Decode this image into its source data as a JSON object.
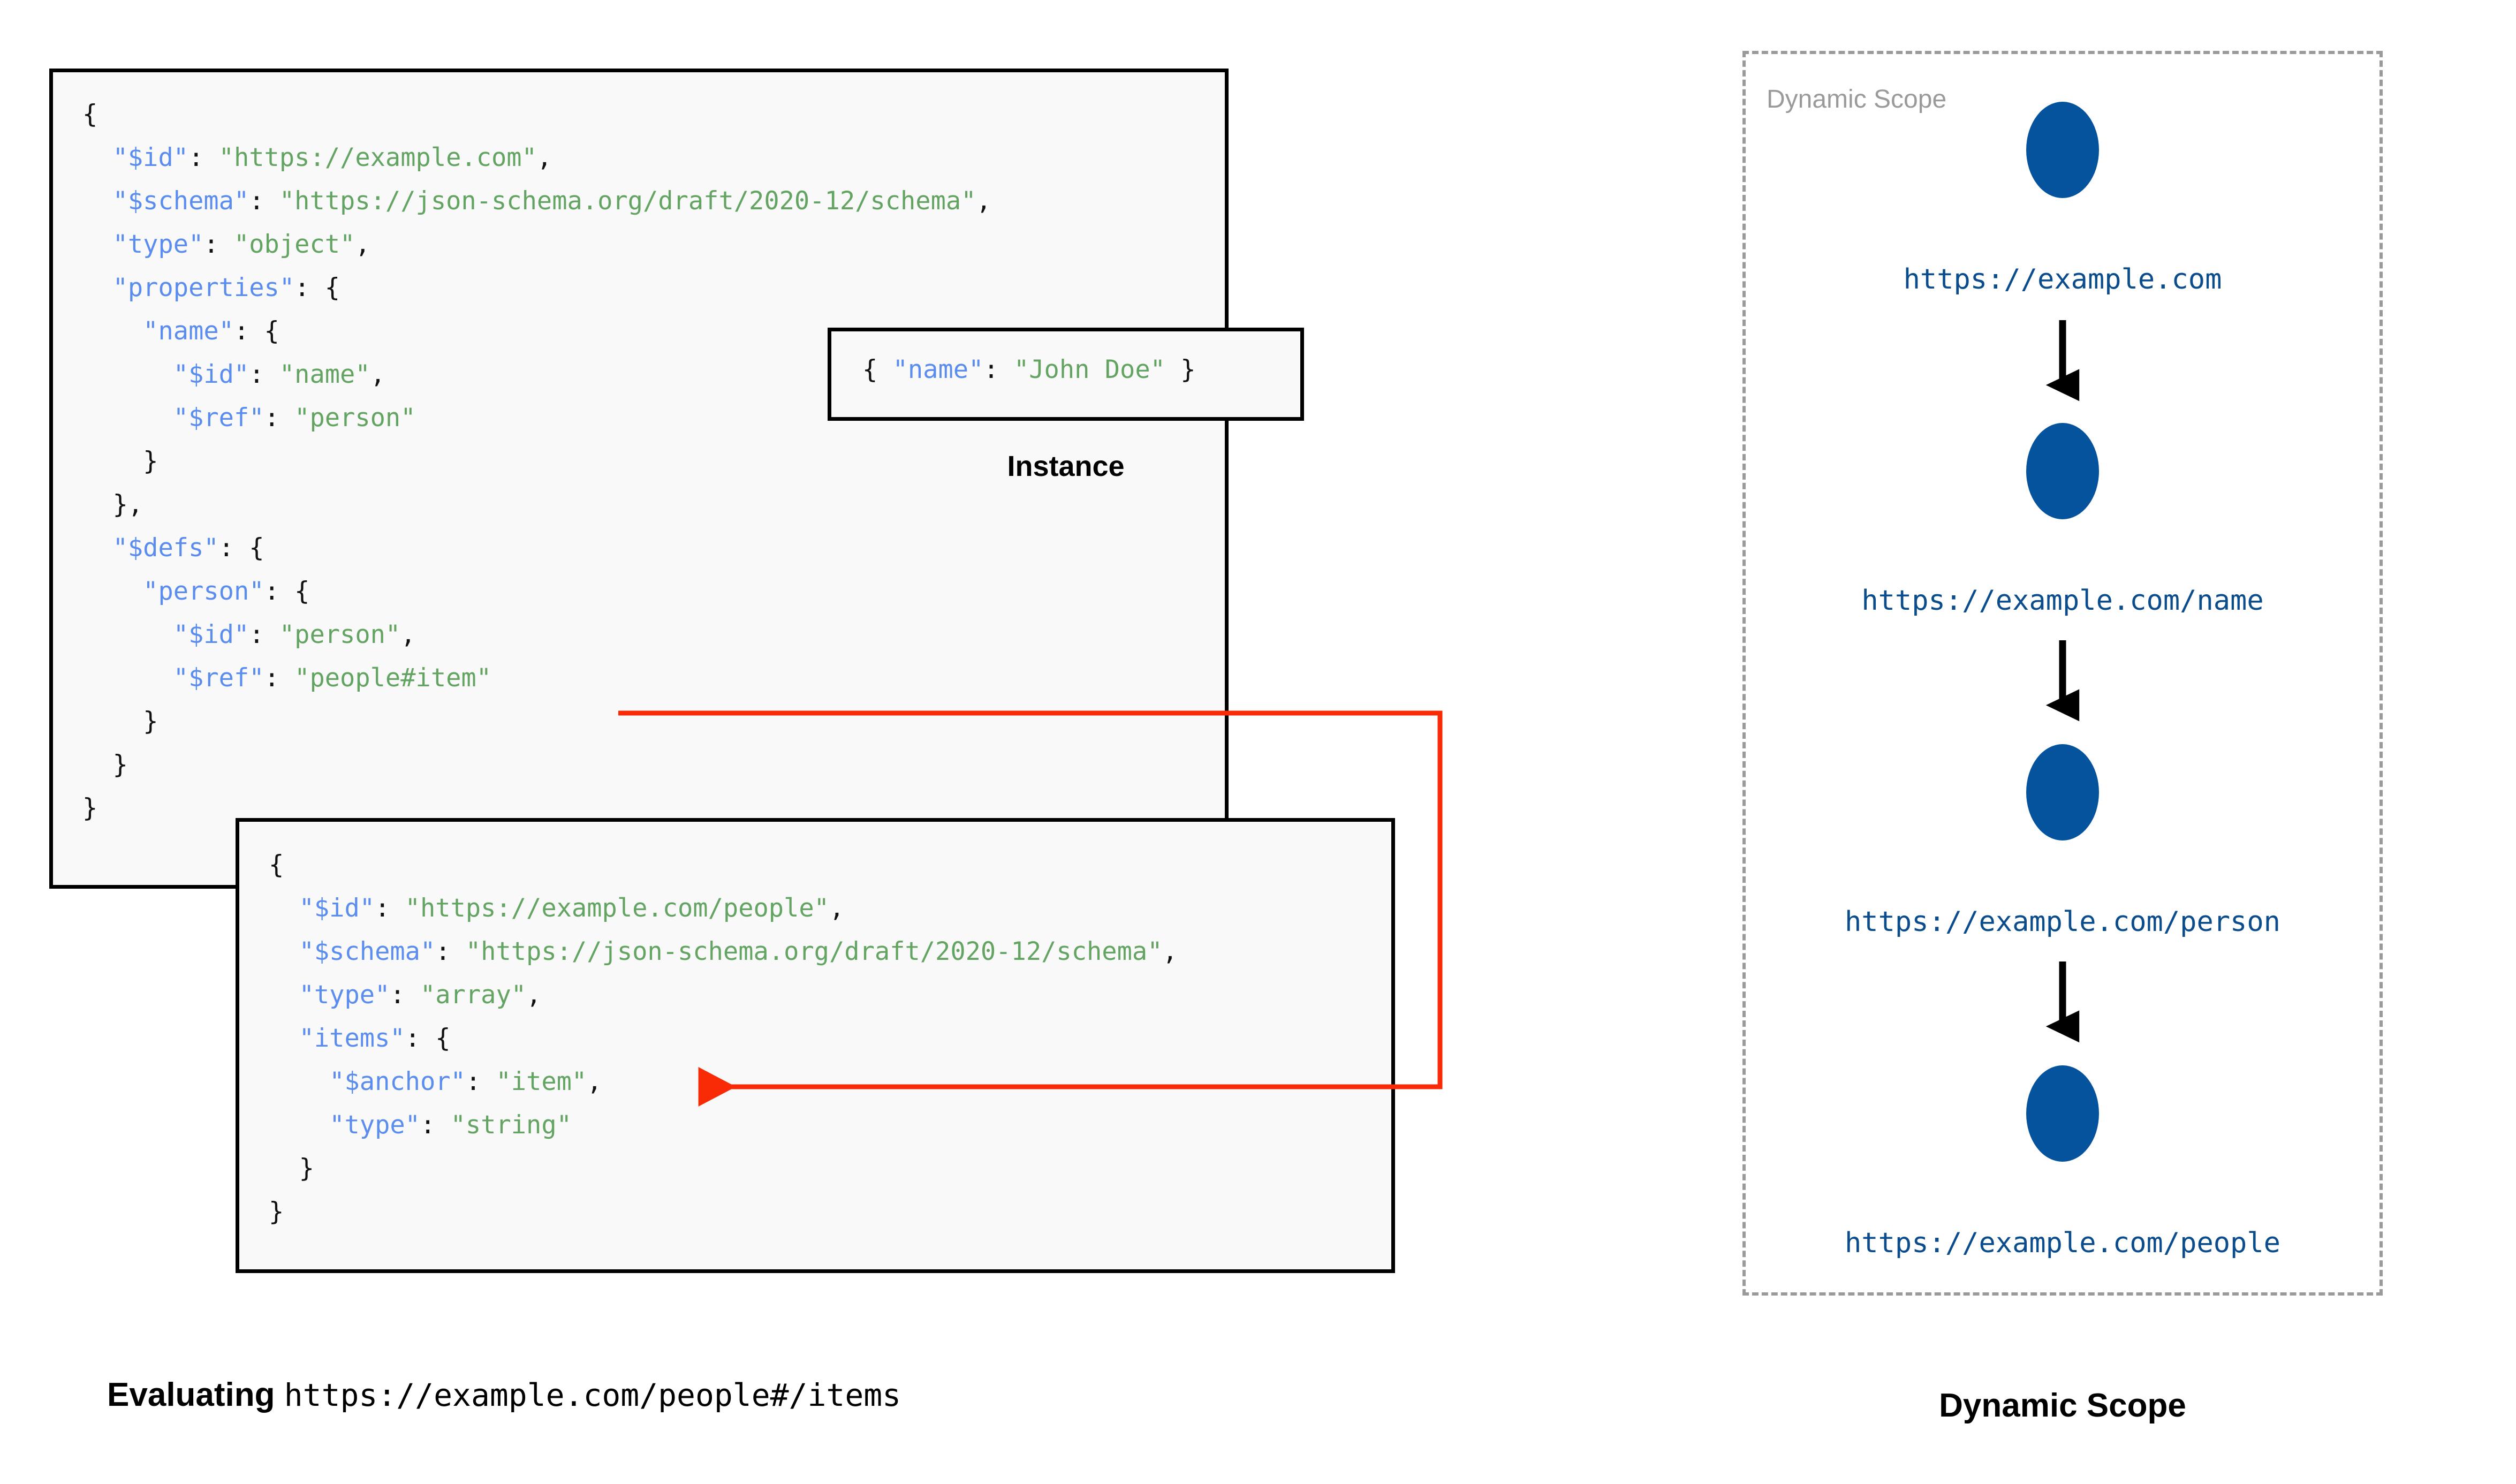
{
  "colors": {
    "node_blue": "#05539c",
    "label_blue": "#0a4c8c",
    "key_blue": "#5b8def",
    "string_green": "#64a463",
    "ref_arrow_red": "#f82b06",
    "scope_border_gray": "#9a9a9a",
    "box_background": "#f9f9f9"
  },
  "schema_root": {
    "lines": [
      {
        "indent": 0,
        "parts": [
          {
            "t": "{",
            "c": "p"
          }
        ]
      },
      {
        "indent": 1,
        "parts": [
          {
            "t": "\"$id\"",
            "c": "k"
          },
          {
            "t": ": ",
            "c": "p"
          },
          {
            "t": "\"https://example.com\"",
            "c": "s"
          },
          {
            "t": ",",
            "c": "p"
          }
        ]
      },
      {
        "indent": 1,
        "parts": [
          {
            "t": "\"$schema\"",
            "c": "k"
          },
          {
            "t": ": ",
            "c": "p"
          },
          {
            "t": "\"https://json-schema.org/draft/2020-12/schema\"",
            "c": "s"
          },
          {
            "t": ",",
            "c": "p"
          }
        ]
      },
      {
        "indent": 1,
        "parts": [
          {
            "t": "\"type\"",
            "c": "k"
          },
          {
            "t": ": ",
            "c": "p"
          },
          {
            "t": "\"object\"",
            "c": "s"
          },
          {
            "t": ",",
            "c": "p"
          }
        ]
      },
      {
        "indent": 1,
        "parts": [
          {
            "t": "\"properties\"",
            "c": "k"
          },
          {
            "t": ": {",
            "c": "p"
          }
        ]
      },
      {
        "indent": 2,
        "parts": [
          {
            "t": "\"name\"",
            "c": "k"
          },
          {
            "t": ": {",
            "c": "p"
          }
        ]
      },
      {
        "indent": 3,
        "parts": [
          {
            "t": "\"$id\"",
            "c": "k"
          },
          {
            "t": ": ",
            "c": "p"
          },
          {
            "t": "\"name\"",
            "c": "s"
          },
          {
            "t": ",",
            "c": "p"
          }
        ]
      },
      {
        "indent": 3,
        "parts": [
          {
            "t": "\"$ref\"",
            "c": "k"
          },
          {
            "t": ": ",
            "c": "p"
          },
          {
            "t": "\"person\"",
            "c": "s"
          }
        ]
      },
      {
        "indent": 2,
        "parts": [
          {
            "t": "}",
            "c": "p"
          }
        ]
      },
      {
        "indent": 1,
        "parts": [
          {
            "t": "},",
            "c": "p"
          }
        ]
      },
      {
        "indent": 1,
        "parts": [
          {
            "t": "\"$defs\"",
            "c": "k"
          },
          {
            "t": ": {",
            "c": "p"
          }
        ]
      },
      {
        "indent": 2,
        "parts": [
          {
            "t": "\"person\"",
            "c": "k"
          },
          {
            "t": ": {",
            "c": "p"
          }
        ]
      },
      {
        "indent": 3,
        "parts": [
          {
            "t": "\"$id\"",
            "c": "k"
          },
          {
            "t": ": ",
            "c": "p"
          },
          {
            "t": "\"person\"",
            "c": "s"
          },
          {
            "t": ",",
            "c": "p"
          }
        ]
      },
      {
        "indent": 3,
        "parts": [
          {
            "t": "\"$ref\"",
            "c": "k"
          },
          {
            "t": ": ",
            "c": "p"
          },
          {
            "t": "\"people#item\"",
            "c": "s"
          }
        ]
      },
      {
        "indent": 2,
        "parts": [
          {
            "t": "}",
            "c": "p"
          }
        ]
      },
      {
        "indent": 1,
        "parts": [
          {
            "t": "}",
            "c": "p"
          }
        ]
      },
      {
        "indent": 0,
        "parts": [
          {
            "t": "}",
            "c": "p"
          }
        ]
      }
    ]
  },
  "instance": {
    "label": "Instance",
    "lines": [
      {
        "indent": 0,
        "parts": [
          {
            "t": "{ ",
            "c": "p"
          },
          {
            "t": "\"name\"",
            "c": "k"
          },
          {
            "t": ": ",
            "c": "p"
          },
          {
            "t": "\"John Doe\"",
            "c": "s"
          },
          {
            "t": " }",
            "c": "p"
          }
        ]
      }
    ]
  },
  "schema_people": {
    "lines": [
      {
        "indent": 0,
        "parts": [
          {
            "t": "{",
            "c": "p"
          }
        ]
      },
      {
        "indent": 1,
        "parts": [
          {
            "t": "\"$id\"",
            "c": "k"
          },
          {
            "t": ": ",
            "c": "p"
          },
          {
            "t": "\"https://example.com/people\"",
            "c": "s"
          },
          {
            "t": ",",
            "c": "p"
          }
        ]
      },
      {
        "indent": 1,
        "parts": [
          {
            "t": "\"$schema\"",
            "c": "k"
          },
          {
            "t": ": ",
            "c": "p"
          },
          {
            "t": "\"https://json-schema.org/draft/2020-12/schema\"",
            "c": "s"
          },
          {
            "t": ",",
            "c": "p"
          }
        ]
      },
      {
        "indent": 1,
        "parts": [
          {
            "t": "\"type\"",
            "c": "k"
          },
          {
            "t": ": ",
            "c": "p"
          },
          {
            "t": "\"array\"",
            "c": "s"
          },
          {
            "t": ",",
            "c": "p"
          }
        ]
      },
      {
        "indent": 1,
        "parts": [
          {
            "t": "\"items\"",
            "c": "k"
          },
          {
            "t": ": {",
            "c": "p"
          }
        ]
      },
      {
        "indent": 2,
        "parts": [
          {
            "t": "\"$anchor\"",
            "c": "k"
          },
          {
            "t": ": ",
            "c": "p"
          },
          {
            "t": "\"item\"",
            "c": "s"
          },
          {
            "t": ",",
            "c": "p"
          }
        ]
      },
      {
        "indent": 2,
        "parts": [
          {
            "t": "\"type\"",
            "c": "k"
          },
          {
            "t": ": ",
            "c": "p"
          },
          {
            "t": "\"string\"",
            "c": "s"
          }
        ]
      },
      {
        "indent": 1,
        "parts": [
          {
            "t": "}",
            "c": "p"
          }
        ]
      },
      {
        "indent": 0,
        "parts": [
          {
            "t": "}",
            "c": "p"
          }
        ]
      }
    ]
  },
  "evaluating_caption": {
    "lead": "Evaluating",
    "uri": "https://example.com/people#/items"
  },
  "dynamic_scope": {
    "inner_title": "Dynamic Scope",
    "caption": "Dynamic Scope",
    "nodes": [
      {
        "label": "https://example.com"
      },
      {
        "label": "https://example.com/name"
      },
      {
        "label": "https://example.com/person"
      },
      {
        "label": "https://example.com/people"
      }
    ]
  }
}
